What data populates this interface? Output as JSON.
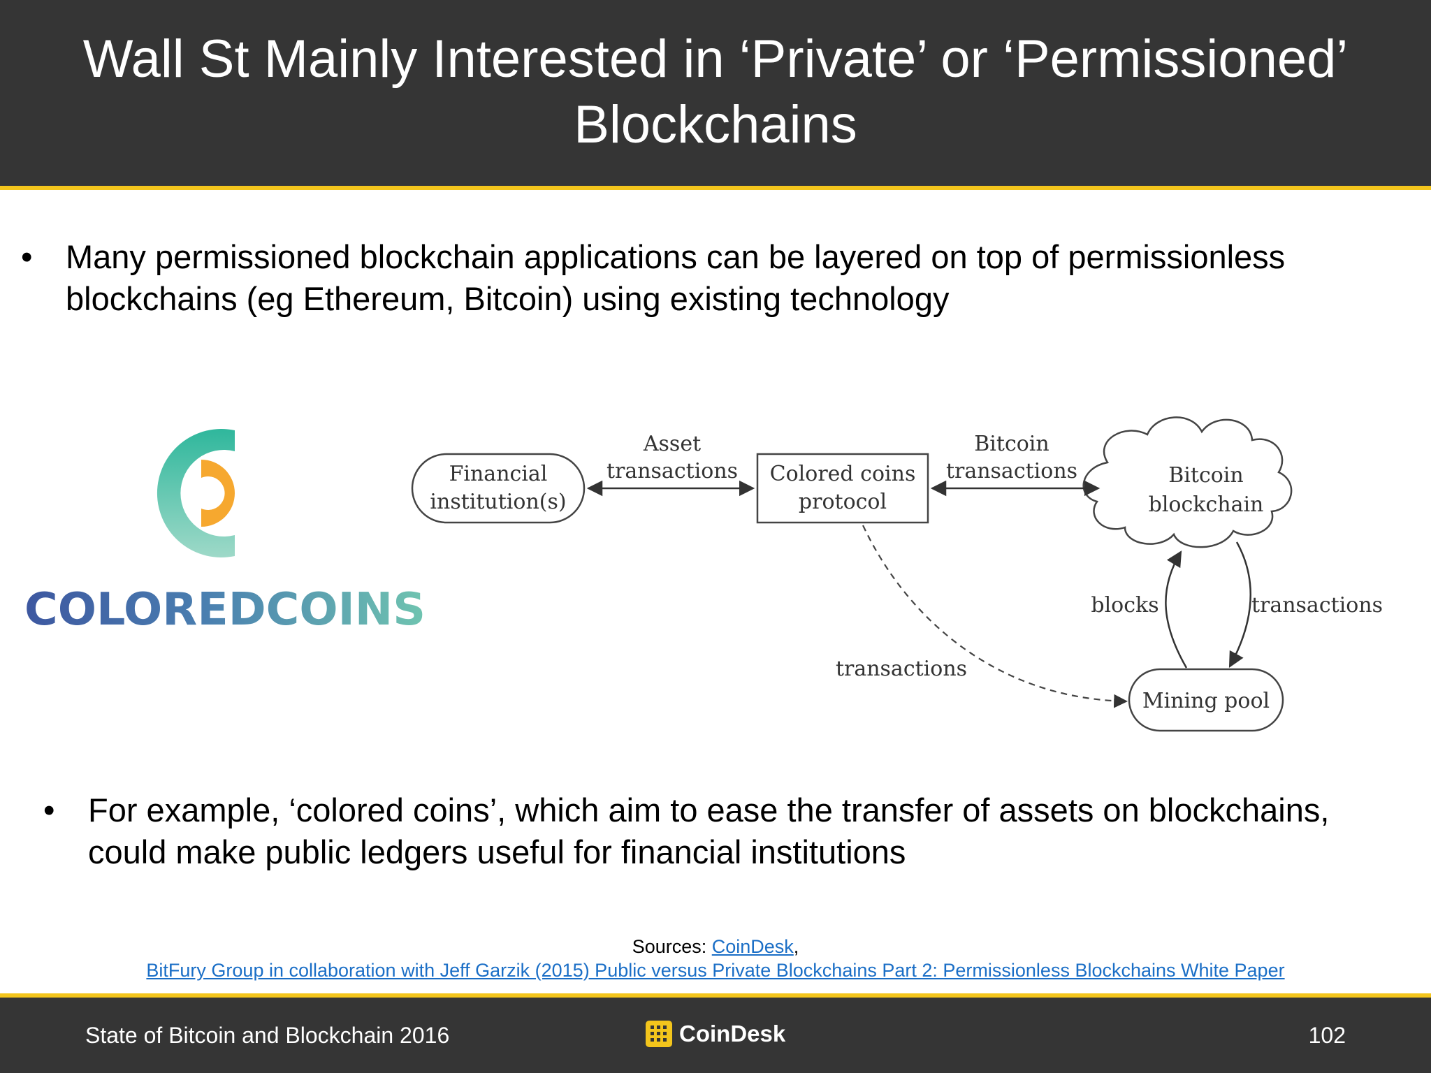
{
  "title": "Wall St Mainly Interested in ‘Private’ or ‘Permissioned’ Blockchains",
  "bullets": [
    {
      "marker": "•",
      "text": "Many permissioned blockchain applications can be layered on top of permissionless blockchains (eg Ethereum, Bitcoin) using existing technology"
    },
    {
      "marker": "•",
      "text": "For example, ‘colored coins’, which aim to ease the transfer of assets on blockchains, could make public ledgers useful for financial institutions"
    }
  ],
  "logo": {
    "wordmark": "COLOREDCOINS",
    "colors": {
      "teal": "#2fb79c",
      "orange": "#f6a82f",
      "blue": "#3d57a0"
    }
  },
  "diagram": {
    "nodes": {
      "financial": [
        "Financial",
        "institution(s)"
      ],
      "colored": [
        "Colored coins",
        "protocol"
      ],
      "blockchain": [
        "Bitcoin",
        "blockchain"
      ],
      "mining": "Mining pool"
    },
    "edges": {
      "asset_tx": [
        "Asset",
        "transactions"
      ],
      "bitcoin_tx": [
        "Bitcoin",
        "transactions"
      ],
      "blocks": "blocks",
      "transactions_right": "transactions",
      "transactions_dashed": "transactions"
    }
  },
  "sources": {
    "prefix": "Sources: ",
    "link1": "CoinDesk",
    "separator": ",",
    "link2": "BitFury Group in collaboration with Jeff Garzik (2015) Public versus Private Blockchains Part 2: Permissionless Blockchains White Paper "
  },
  "footer": {
    "left": "State of Bitcoin and Blockchain 2016",
    "brand": "CoinDesk",
    "page": "102"
  },
  "colors": {
    "header_bg": "#353535",
    "accent": "#f3c51c",
    "link": "#1a6ec6"
  }
}
